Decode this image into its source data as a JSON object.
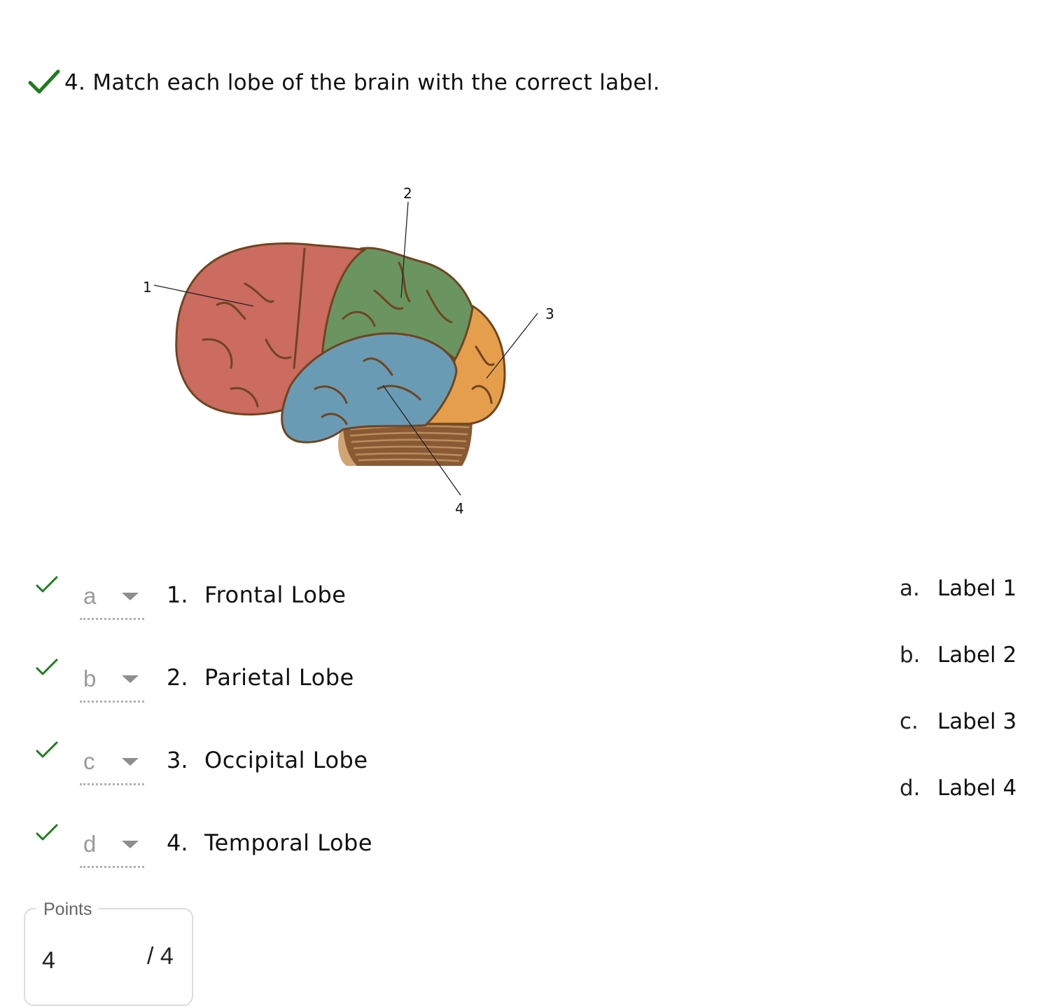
{
  "question": {
    "number_label": "4.",
    "text": "Match each lobe of the brain with the correct label.",
    "status": "correct",
    "status_color": "#1e7d1e"
  },
  "figure": {
    "alt": "Lateral view of the brain with four numbered lobes",
    "callouts": [
      "1",
      "2",
      "3",
      "4"
    ],
    "colors": {
      "frontal": "#cc6b60",
      "parietal": "#6a9560",
      "occipital": "#e59f4c",
      "temporal": "#6a9bb5",
      "cerebellum": "#8a5a34",
      "brainstem": "#d2a473",
      "outline": "#6e4522"
    }
  },
  "matches": [
    {
      "selected": "a",
      "number": "1.",
      "term": "Frontal Lobe",
      "correct": true
    },
    {
      "selected": "b",
      "number": "2.",
      "term": "Parietal Lobe",
      "correct": true
    },
    {
      "selected": "c",
      "number": "3.",
      "term": "Occipital Lobe",
      "correct": true
    },
    {
      "selected": "d",
      "number": "4.",
      "term": "Temporal Lobe",
      "correct": true
    }
  ],
  "options": [
    {
      "letter": "a.",
      "label": "Label 1"
    },
    {
      "letter": "b.",
      "label": "Label 2"
    },
    {
      "letter": "c.",
      "label": "Label 3"
    },
    {
      "letter": "d.",
      "label": "Label 4"
    }
  ],
  "points": {
    "legend": "Points",
    "value": "4",
    "total": "/ 4"
  }
}
